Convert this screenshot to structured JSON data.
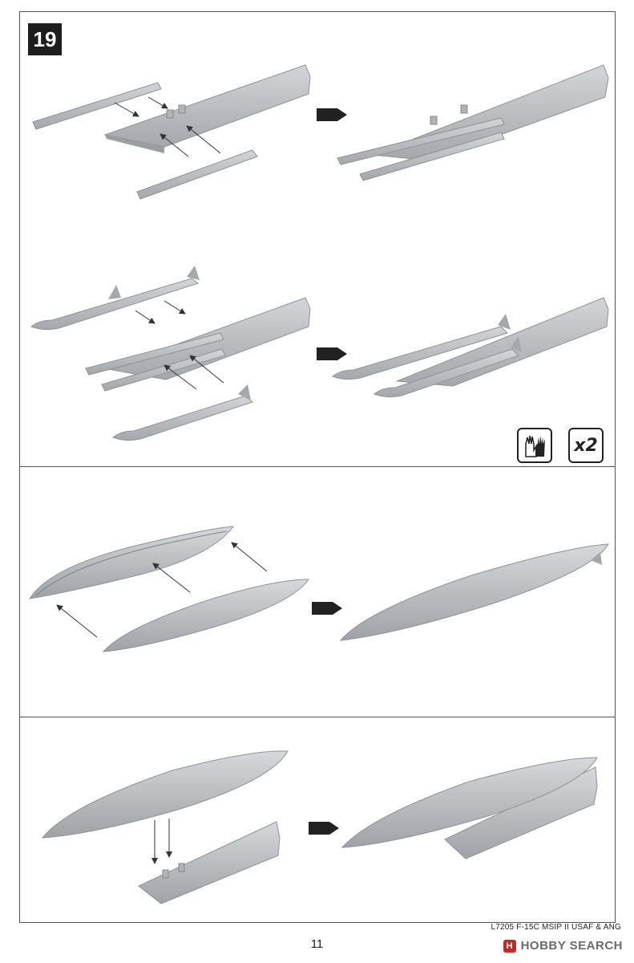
{
  "step": {
    "number": "19"
  },
  "symbols": {
    "hands": "hands-icon",
    "quantity": "x2"
  },
  "footer": {
    "code": "L7205 F-15C MSIP II USAF & ANG",
    "page_number": "11"
  },
  "watermark": {
    "logo": "H",
    "brand": "HOBBY SEARCH"
  },
  "colors": {
    "part_grey": "#b8babd",
    "part_edge": "#8f9296",
    "arrow": "#333333",
    "badge": "#1d1d1d",
    "watermark": "#c62828"
  }
}
